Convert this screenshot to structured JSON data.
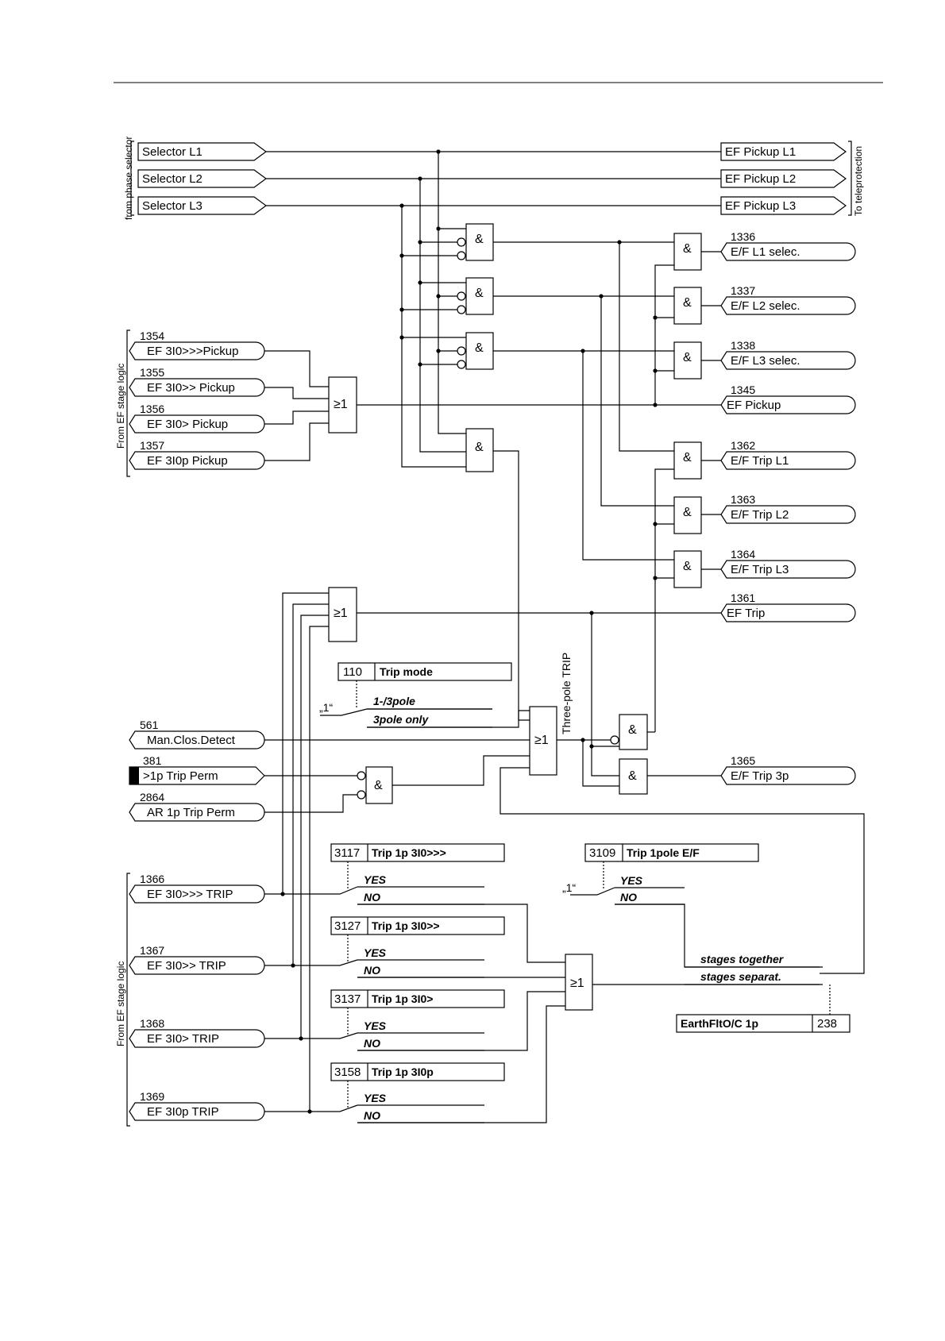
{
  "side_labels": {
    "phase_selector": "from phase selector",
    "teleprotection": "To teleprotection",
    "stage_logic_top": "From EF stage logic",
    "stage_logic_bottom": "From EF stage logic",
    "three_pole_trip": "Three-pole TRIP"
  },
  "phase_inputs": [
    "Selector L1",
    "Selector L2",
    "Selector L3"
  ],
  "teleprotection_outputs": [
    "EF Pickup L1",
    "EF Pickup L2",
    "EF Pickup L3"
  ],
  "pickup_inputs": [
    {
      "no": "1354",
      "label": "EF 3I0>>>Pickup"
    },
    {
      "no": "1355",
      "label": "EF 3I0>> Pickup"
    },
    {
      "no": "1356",
      "label": "EF 3I0> Pickup"
    },
    {
      "no": "1357",
      "label": "EF 3I0p Pickup"
    }
  ],
  "misc_inputs": [
    {
      "no": "561",
      "label": "Man.Clos.Detect"
    },
    {
      "no": "381",
      "label": ">1p Trip Perm"
    },
    {
      "no": "2864",
      "label": "AR 1p Trip Perm"
    }
  ],
  "trip_inputs": [
    {
      "no": "1366",
      "label": "EF 3I0>>> TRIP"
    },
    {
      "no": "1367",
      "label": "EF 3I0>> TRIP"
    },
    {
      "no": "1368",
      "label": "EF 3I0> TRIP"
    },
    {
      "no": "1369",
      "label": "EF 3I0p TRIP"
    }
  ],
  "outputs": [
    {
      "no": "1336",
      "label": "E/F L1 selec."
    },
    {
      "no": "1337",
      "label": "E/F L2 selec."
    },
    {
      "no": "1338",
      "label": "E/F L3 selec."
    },
    {
      "no": "1345",
      "label": "EF Pickup"
    },
    {
      "no": "1362",
      "label": "E/F Trip L1"
    },
    {
      "no": "1363",
      "label": "E/F Trip L2"
    },
    {
      "no": "1364",
      "label": "E/F Trip L3"
    },
    {
      "no": "1361",
      "label": "EF Trip"
    },
    {
      "no": "1365",
      "label": "E/F Trip 3p"
    }
  ],
  "gate_symbols": {
    "and": "&",
    "or": "≥1"
  },
  "trip_mode": {
    "param_no": "110",
    "param_name": "Trip mode",
    "fixed_value": "„1“",
    "options": [
      "1-/3pole",
      "3pole only"
    ]
  },
  "stage_params": [
    {
      "no": "3117",
      "name": "Trip 1p 3I0>>>",
      "yes": "YES",
      "no_opt": "NO"
    },
    {
      "no": "3127",
      "name": "Trip 1p 3I0>>",
      "yes": "YES",
      "no_opt": "NO"
    },
    {
      "no": "3137",
      "name": "Trip 1p 3I0>",
      "yes": "YES",
      "no_opt": "NO"
    },
    {
      "no": "3158",
      "name": "Trip 1p 3I0p",
      "yes": "YES",
      "no_opt": "NO"
    }
  ],
  "trip_1pole": {
    "no": "3109",
    "name": "Trip 1pole E/F",
    "fixed_value": "„1“",
    "yes": "YES",
    "no_opt": "NO"
  },
  "stages_switch": {
    "options": [
      "stages together",
      "stages separat."
    ],
    "param_name": "EarthFltO/C 1p",
    "param_no": "238"
  }
}
